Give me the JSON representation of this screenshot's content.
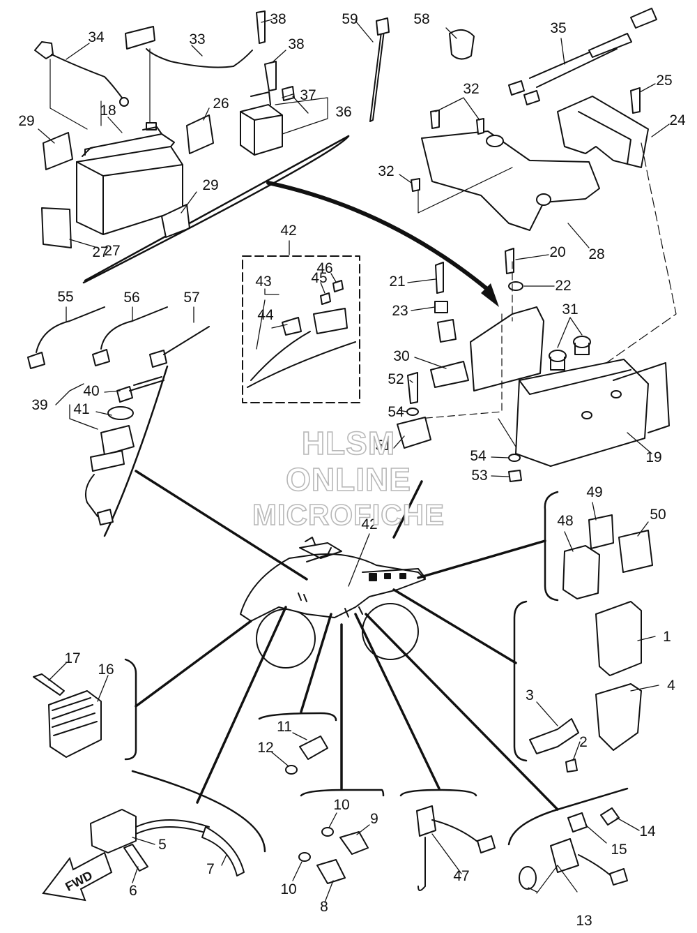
{
  "callouts": [
    {
      "label": "1"
    },
    {
      "label": "2"
    },
    {
      "label": "3"
    },
    {
      "label": "4"
    },
    {
      "label": "5"
    },
    {
      "label": "6"
    },
    {
      "label": "7"
    },
    {
      "label": "8"
    },
    {
      "label": "9"
    },
    {
      "label": "10"
    },
    {
      "label": "10"
    },
    {
      "label": "11"
    },
    {
      "label": "12"
    },
    {
      "label": "13"
    },
    {
      "label": "14"
    },
    {
      "label": "15"
    },
    {
      "label": "16"
    },
    {
      "label": "17"
    },
    {
      "label": "18"
    },
    {
      "label": "19"
    },
    {
      "label": "20"
    },
    {
      "label": "21"
    },
    {
      "label": "22"
    },
    {
      "label": "23"
    },
    {
      "label": "24"
    },
    {
      "label": "25"
    },
    {
      "label": "26"
    },
    {
      "label": "27"
    },
    {
      "label": "27"
    },
    {
      "label": "28"
    },
    {
      "label": "29"
    },
    {
      "label": "29"
    },
    {
      "label": "30"
    },
    {
      "label": "31"
    },
    {
      "label": "32"
    },
    {
      "label": "32"
    },
    {
      "label": "33"
    },
    {
      "label": "34"
    },
    {
      "label": "35"
    },
    {
      "label": "36"
    },
    {
      "label": "37"
    },
    {
      "label": "38"
    },
    {
      "label": "38"
    },
    {
      "label": "39"
    },
    {
      "label": "40"
    },
    {
      "label": "41"
    },
    {
      "label": "42"
    },
    {
      "label": "42"
    },
    {
      "label": "43"
    },
    {
      "label": "44"
    },
    {
      "label": "45"
    },
    {
      "label": "46"
    },
    {
      "label": "47"
    },
    {
      "label": "48"
    },
    {
      "label": "49"
    },
    {
      "label": "50"
    },
    {
      "label": "51"
    },
    {
      "label": "52"
    },
    {
      "label": "53"
    },
    {
      "label": "54"
    },
    {
      "label": "54"
    },
    {
      "label": "55"
    },
    {
      "label": "56"
    },
    {
      "label": "57"
    },
    {
      "label": "58"
    },
    {
      "label": "59"
    }
  ],
  "fwd_label": "FWD",
  "watermark": {
    "line1": "HLSM",
    "line2": "ONLINE",
    "line3": "MICROFICHE"
  },
  "colors": {
    "ink": "#111111",
    "paper": "#ffffff",
    "watermark_outline": "#b8b8b8"
  }
}
